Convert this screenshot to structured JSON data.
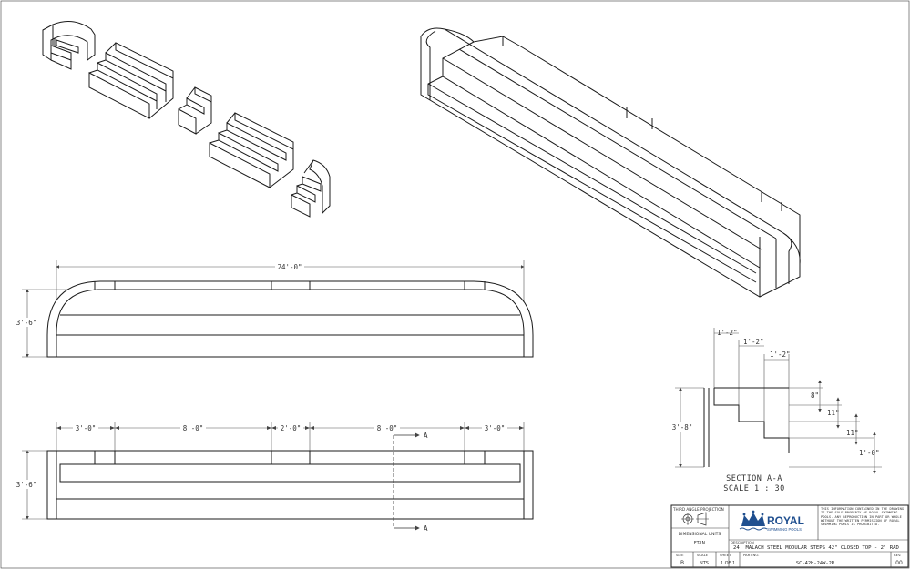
{
  "views": {
    "elevation": {
      "overall_width": "24'-0\"",
      "height": "3'-6\""
    },
    "plan": {
      "height": "3'-6\"",
      "segments": [
        "3'-0\"",
        "8'-0\"",
        "2'-0\"",
        "8'-0\"",
        "3'-0\""
      ],
      "section_marker": "A"
    },
    "section": {
      "title": "SECTION A-A",
      "scale": "SCALE 1 : 30",
      "height": "3'-8\"",
      "treads": [
        "1'-2\"",
        "1'-2\"",
        "1'-2\""
      ],
      "risers": [
        "8\"",
        "11\"",
        "11\"",
        "1'-0\""
      ]
    }
  },
  "title_block": {
    "projection_label": "THIRD ANGLE PROJECTION",
    "units_label": "DIMENSIONAL UNITS",
    "units_value": "FT-IN",
    "logo_text": "ROYAL",
    "logo_subtext": "SWIMMING POOLS",
    "notice": "THIS INFORMATION CONTAINED IN THE DRAWING IS THE SOLE PROPERTY OF ROYAL SWIMMING POOLS. ANY REPRODUCTION IN PART OR WHOLE WITHOUT THE WRITTEN PERMISSION OF ROYAL SWIMMING POOLS IS PROHIBITED.",
    "description_label": "DESCRIPTION",
    "description": "24' MALACH STEEL MODULAR STEPS 42\" CLOSED TOP - 2' RAD",
    "size_label": "SIZE",
    "size": "B",
    "scale_label": "SCALE",
    "scale": "NTS",
    "sheet_label": "SHEET",
    "sheet": "1 OF 1",
    "part_label": "PART NO.",
    "part": "SC-42H-24W-2R",
    "rev_label": "REV.",
    "rev": "00"
  },
  "colors": {
    "logo_blue": "#1f4f8f",
    "line": "#1b1b1b"
  }
}
